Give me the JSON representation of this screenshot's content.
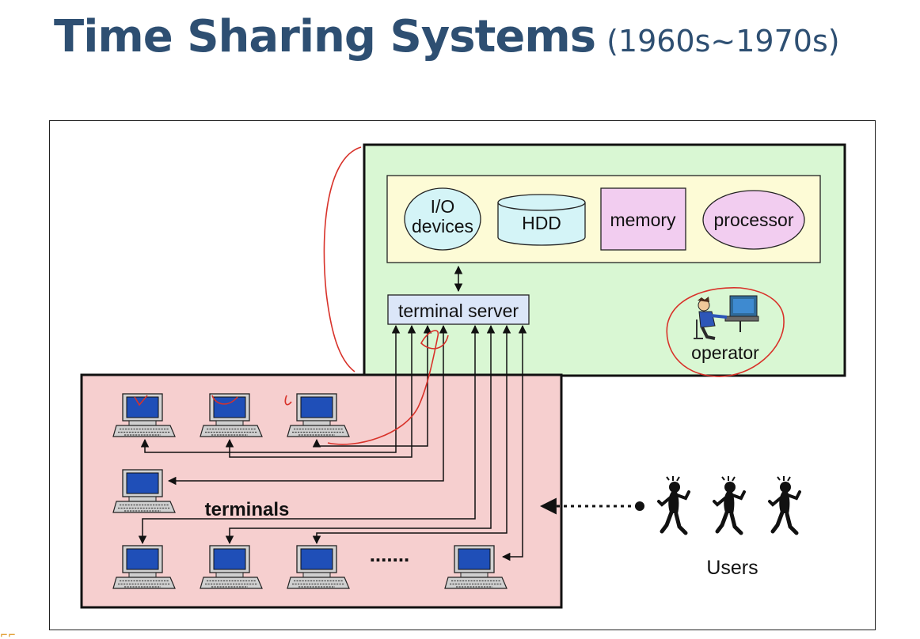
{
  "slide": {
    "title": "Time Sharing Systems",
    "subtitle": "(1960s~1970s)"
  },
  "computer": {
    "components": [
      {
        "name": "io_devices",
        "lines": [
          "I/O",
          "devices"
        ]
      },
      {
        "name": "hdd",
        "label": "HDD"
      },
      {
        "name": "memory",
        "label": "memory"
      },
      {
        "name": "processor",
        "label": "processor"
      }
    ],
    "terminal_server": "terminal server",
    "operator": "operator"
  },
  "terminals": {
    "label": "terminals",
    "ellipsis": "......."
  },
  "users": {
    "label": "Users",
    "count": 3
  },
  "colors": {
    "title": "#2e4f72",
    "computer_panel": "#d9f7d3",
    "components_panel": "#fdfbd6",
    "io_devices": "#d4f4f7",
    "hdd": "#d4f4f7",
    "memory": "#f2cdf0",
    "processor": "#f2cdf0",
    "terminal_server": "#dbe6f8",
    "terminals_panel": "#f6cfcf",
    "screen": "#1f4fb8",
    "annotation": "#d8322a"
  }
}
